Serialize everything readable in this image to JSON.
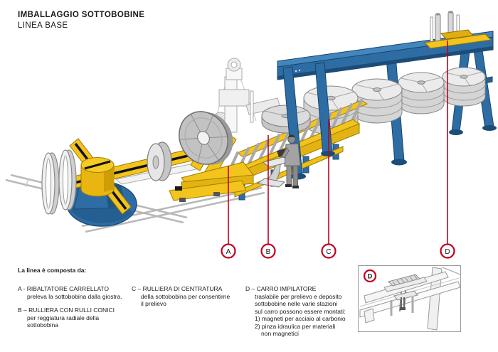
{
  "title": {
    "line1": "IMBALLAGGIO SOTTOBOBINE",
    "line2": "LINEA BASE"
  },
  "legend": {
    "intro": "La linea è composta da:",
    "items": [
      {
        "label": "A",
        "title": "A - RIBALTATORE CARRELLATO",
        "desc_lines": [
          "preleva la sottobobina dalla giostra."
        ]
      },
      {
        "label": "B",
        "title": "B – RULLIERA CON RULLI CONICI",
        "desc_lines": [
          "per reggiatura radiale della sottobobina"
        ]
      },
      {
        "label": "C",
        "title": "C – RULLIERA DI CENTRATURA",
        "desc_lines": [
          "della sottobobina per consentirne",
          "il prelievo"
        ]
      },
      {
        "label": "D",
        "title": "D – CARRO IMPILATORE",
        "desc_lines": [
          "traslabile per prelievo e deposito",
          "sottobobine nelle varie stazioni",
          "sul carro possono essere montati:",
          "1) magneti per acciaio al carbonio",
          "2) pinza idraulica per materiali",
          "non magnetici"
        ]
      }
    ]
  },
  "callouts": [
    {
      "label": "A"
    },
    {
      "label": "B"
    },
    {
      "label": "C"
    },
    {
      "label": "D"
    }
  ],
  "inset": {
    "label": "D"
  },
  "colors": {
    "accent_red": "#C00020",
    "machine_yellow": "#F2C41D",
    "machine_blue": "#2E6DA4",
    "art_gray": "#D9D9D9"
  }
}
